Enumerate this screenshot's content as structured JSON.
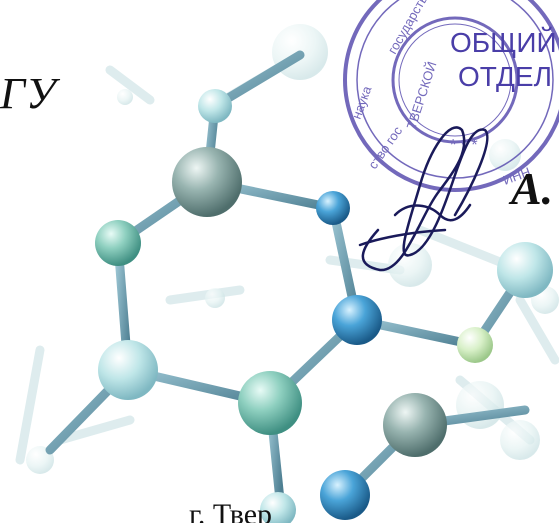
{
  "document": {
    "heading_fragment": "ГУ",
    "initial_fragment": "А.",
    "city_fragment": "г. Твер"
  },
  "stamp": {
    "center_text_line1": "ОБЩИЙ",
    "center_text_line2": "ОТДЕЛ",
    "ring_text_visible": "наука гос... государственной ... Тверской ... ство ... вание ... инн ...",
    "color": "#5b4fb0"
  },
  "signature": {
    "color": "#1a1a5a"
  },
  "colors": {
    "bond": "#5a8aa0",
    "atom_teal": "#6fb8b0",
    "atom_blue": "#3a88c8",
    "atom_grey": "#7a9a98"
  }
}
